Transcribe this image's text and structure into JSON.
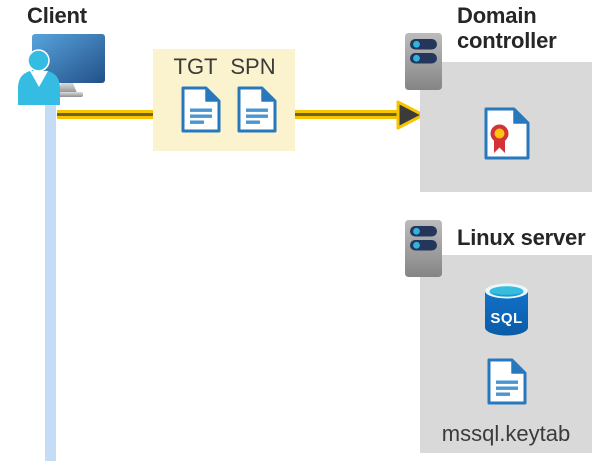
{
  "client": {
    "label": "Client"
  },
  "tickets": {
    "tgt": "TGT",
    "spn": "SPN"
  },
  "domain_controller": {
    "label": "Domain controller"
  },
  "linux_server": {
    "label": "Linux server",
    "database_label": "SQL",
    "keytab_label": "mssql.keytab"
  },
  "icons": {
    "client": "person-at-monitor-icon",
    "server": "server-tower-icon",
    "ticket_document": "document-icon",
    "certificate": "certificate-icon",
    "database": "sql-database-icon",
    "arrow": "arrow-right-icon"
  },
  "colors": {
    "highlight_box": "#FBF2CE",
    "panel_gray": "#D9D9D9",
    "arrow_yellow": "#F6C500",
    "arrow_core": "#6B6426",
    "connection_line_blue": "#C5DCF7",
    "document_blue": "#2878BE",
    "heading_text": "#262626",
    "secondary_text": "#3B3B3B"
  }
}
